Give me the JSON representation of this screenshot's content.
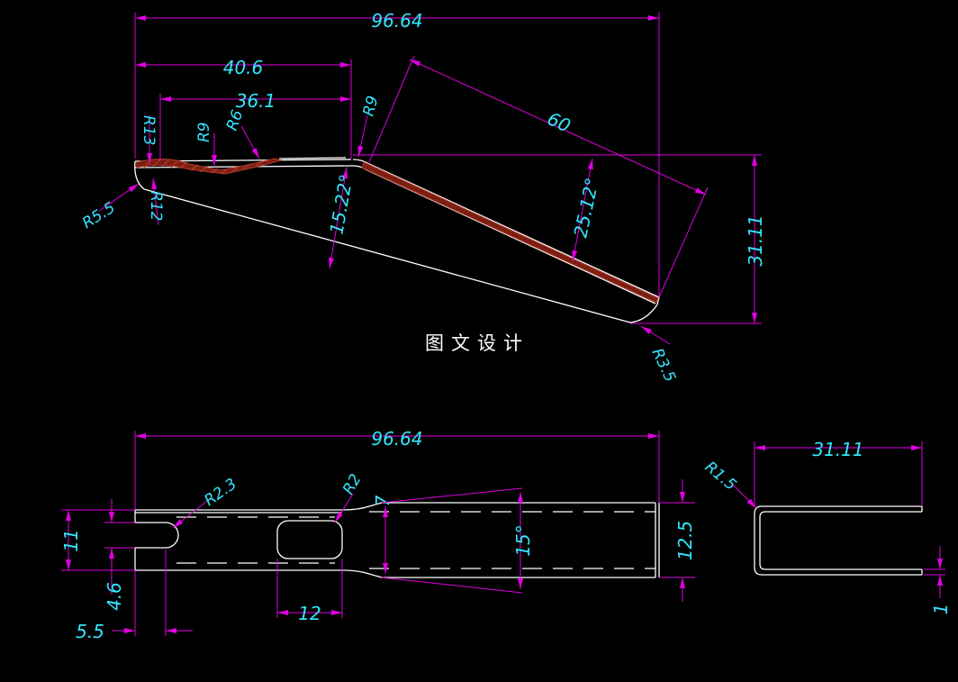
{
  "watermark": "图文设计",
  "colors": {
    "background": "#000000",
    "dimension_line": "#e000e0",
    "dimension_text": "#33e6ff",
    "part_outline": "#ffffff",
    "section_hatch": "#b33a2a"
  },
  "side_view": {
    "overall_length": "96.64",
    "length_40": "40.6",
    "length_36": "36.1",
    "slope_length": "60",
    "height": "31.11",
    "angle_upper": "25.12°",
    "angle_lower": "15.22°",
    "radius_r13": "R13",
    "radius_r9_a": "R9",
    "radius_r6": "R6",
    "radius_r9_b": "R9",
    "radius_r55": "R5.5",
    "radius_r12": "R12",
    "radius_r35": "R3.5"
  },
  "top_view": {
    "overall_length": "96.64",
    "width_11": "11",
    "slot_width": "4.6",
    "slot_depth": "5.5",
    "slot_radius": "R2.3",
    "hole_radius": "R2",
    "hole_length": "12",
    "neck_width": "7",
    "taper_angle": "15°",
    "end_width": "12.5"
  },
  "end_view": {
    "length": "31.11",
    "bend_radius": "R1.5",
    "thickness": "1"
  }
}
